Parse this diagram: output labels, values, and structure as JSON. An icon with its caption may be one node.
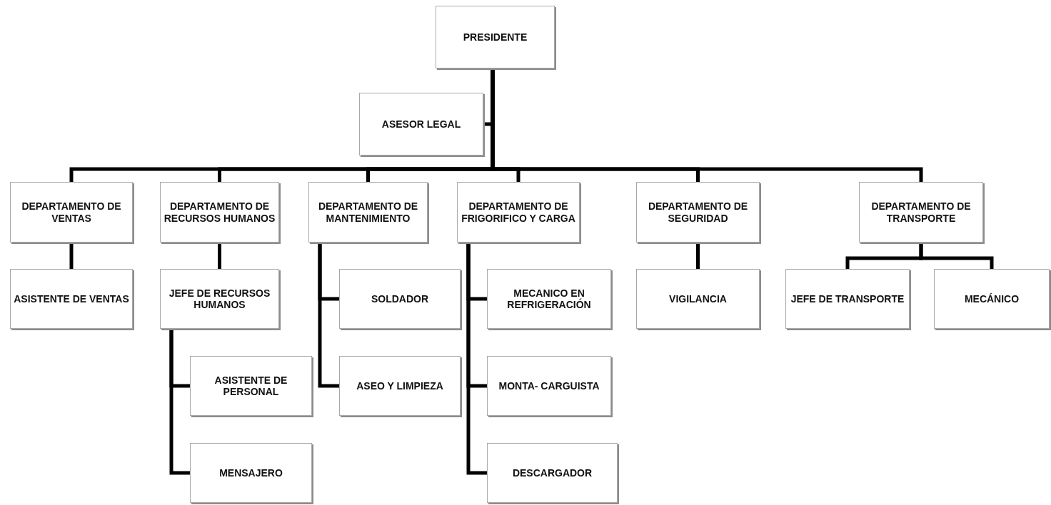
{
  "diagram": {
    "nodes": [
      {
        "text": [
          "PRESIDENTE"
        ]
      },
      {
        "text": [
          "ASESOR LEGAL"
        ]
      },
      {
        "text": [
          "DEPARTAMENTO DE VENTAS"
        ]
      },
      {
        "text": [
          "DEPARTAMENTO DE RECURSOS HUMANOS"
        ]
      },
      {
        "text": [
          "DEPARTAMENTO DE MANTENIMIENTO"
        ]
      },
      {
        "text": [
          "DEPARTAMENTO DE FRIGORIFICO Y CARGA"
        ]
      },
      {
        "text": [
          "DEPARTAMENTO DE SEGURIDAD"
        ]
      },
      {
        "text": [
          "DEPARTAMENTO DE TRANSPORTE"
        ]
      },
      {
        "text": [
          "ASISTENTE DE VENTAS"
        ]
      },
      {
        "text": [
          "JEFE DE RECURSOS HUMANOS"
        ]
      },
      {
        "text": [
          "ASISTENTE DE PERSONAL"
        ]
      },
      {
        "text": [
          "MENSAJERO"
        ]
      },
      {
        "text": [
          "SOLDADOR"
        ]
      },
      {
        "text": [
          "ASEO Y LIMPIEZA"
        ]
      },
      {
        "text": [
          "MECANICO EN REFRIGERACIÓN"
        ]
      },
      {
        "text": [
          "MONTA- CARGUISTA"
        ]
      },
      {
        "text": [
          "DESCARGADOR"
        ]
      },
      {
        "text": [
          "VIGILANCIA"
        ]
      },
      {
        "text": [
          "JEFE DE TRANSPORTE"
        ]
      },
      {
        "text": [
          "MECÁNICO"
        ]
      }
    ],
    "edges": [
      {
        "from": 0,
        "to": 1,
        "arrow": "none"
      },
      {
        "from": 0,
        "to": 2,
        "arrow": "none"
      },
      {
        "from": 0,
        "to": 3,
        "arrow": "none"
      },
      {
        "from": 0,
        "to": 4,
        "arrow": "none"
      },
      {
        "from": 0,
        "to": 5,
        "arrow": "none"
      },
      {
        "from": 0,
        "to": 6,
        "arrow": "none"
      },
      {
        "from": 0,
        "to": 7,
        "arrow": "none"
      },
      {
        "from": 2,
        "to": 8,
        "arrow": "none"
      },
      {
        "from": 3,
        "to": 9,
        "arrow": "none"
      },
      {
        "from": 9,
        "to": 10,
        "arrow": "none"
      },
      {
        "from": 9,
        "to": 11,
        "arrow": "none"
      },
      {
        "from": 4,
        "to": 12,
        "arrow": "none"
      },
      {
        "from": 4,
        "to": 13,
        "arrow": "none"
      },
      {
        "from": 5,
        "to": 14,
        "arrow": "none"
      },
      {
        "from": 5,
        "to": 15,
        "arrow": "none"
      },
      {
        "from": 5,
        "to": 16,
        "arrow": "none"
      },
      {
        "from": 6,
        "to": 17,
        "arrow": "none"
      },
      {
        "from": 7,
        "to": 18,
        "arrow": "none"
      },
      {
        "from": 7,
        "to": 19,
        "arrow": "none"
      }
    ]
  }
}
